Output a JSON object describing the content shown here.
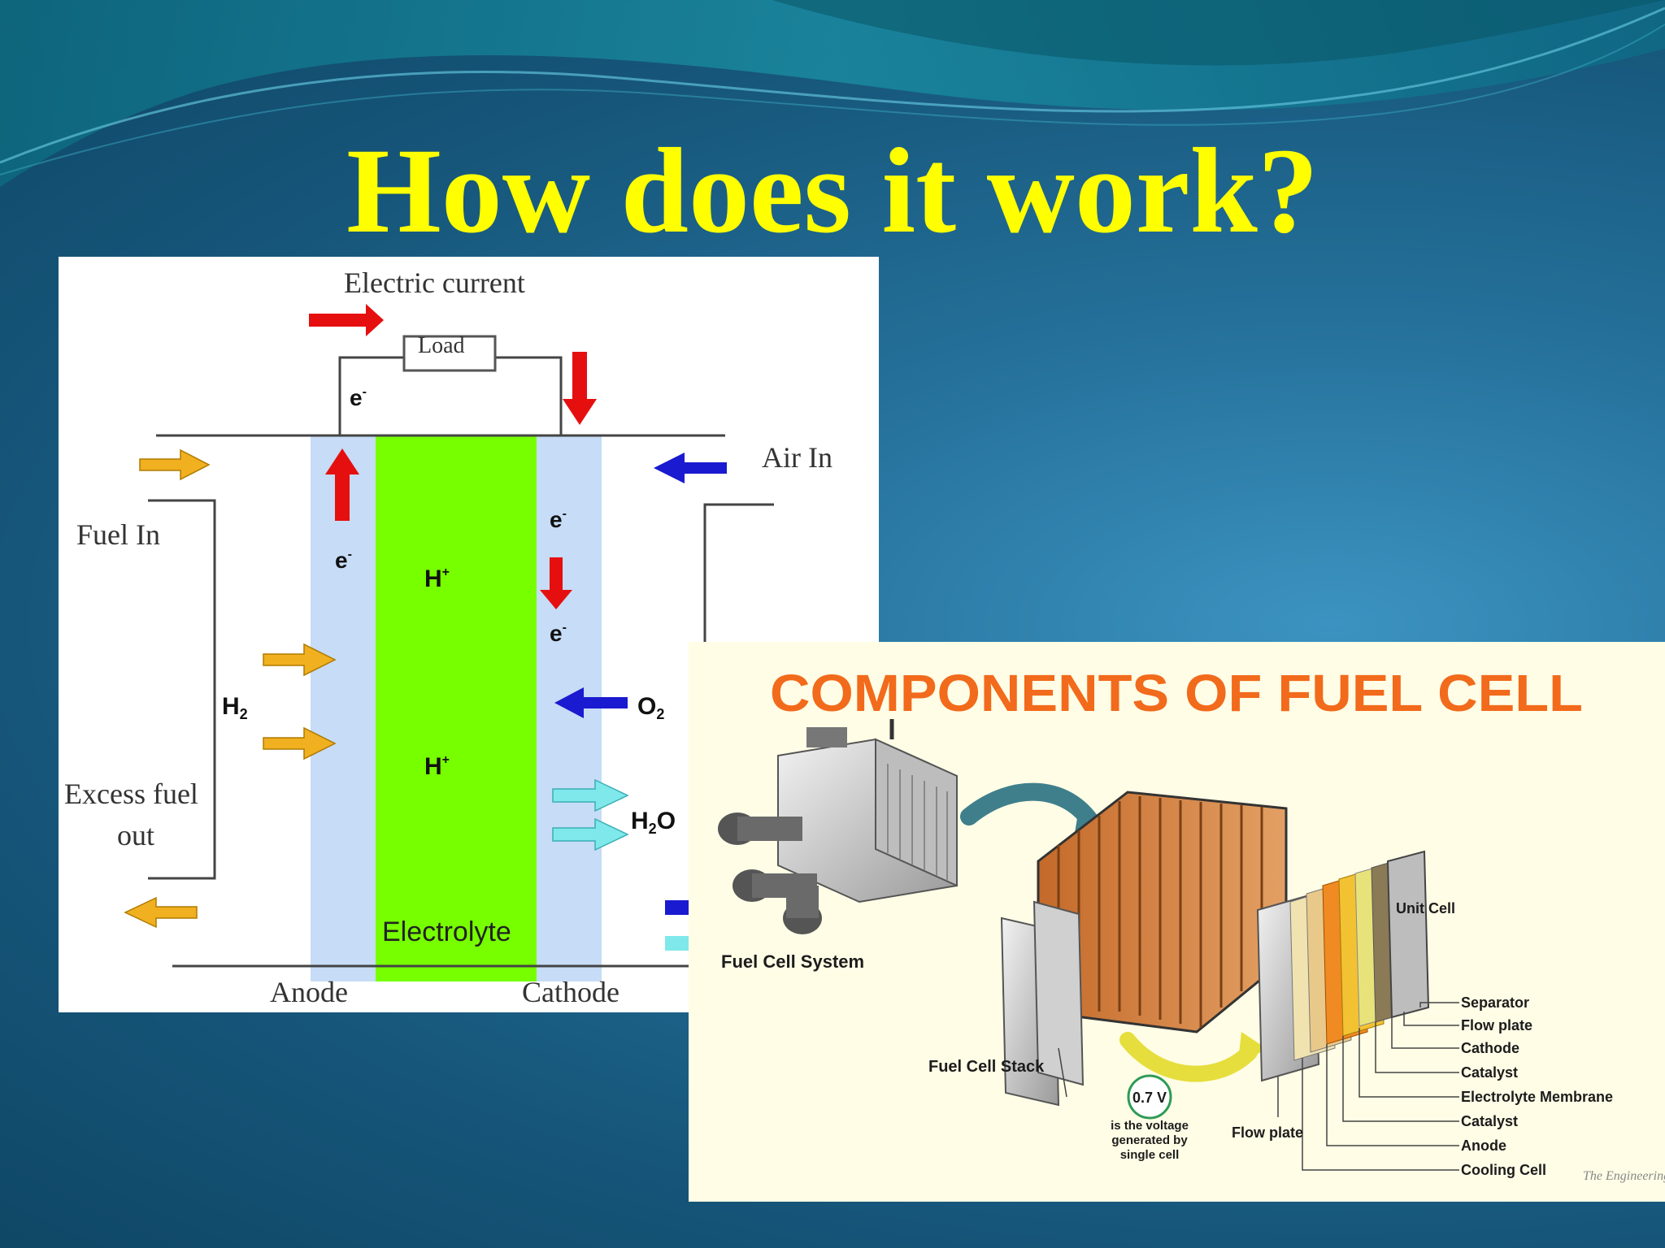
{
  "slide": {
    "title": "How does it work?",
    "colors": {
      "title": "#ffff00",
      "background": "#1d6790"
    }
  },
  "diagram1": {
    "electric_current": "Electric current",
    "load": "Load",
    "air_in": "Air In",
    "fuel_in": "Fuel In",
    "excess_fuel_line1": "Excess fuel",
    "excess_fuel_line2": "out",
    "electron": "e",
    "electron_sup": "-",
    "proton": "H",
    "proton_sup": "+",
    "h2_base": "H",
    "h2_sub": "2",
    "o2_base": "O",
    "o2_sub": "2",
    "h2o_h": "H",
    "h2o_sub": "2",
    "h2o_o": "O",
    "electrolyte": "Electrolyte",
    "anode": "Anode",
    "cathode": "Cathode",
    "colors": {
      "electrolyte": "#77ff00",
      "electrode": "#c6dcf7",
      "current_arrow": "#e60f0f",
      "fuel_arrow": "#f0b020",
      "air_arrow": "#1a1ad0",
      "water_arrow": "#7fe8ea"
    }
  },
  "diagram2": {
    "title": "COMPONENTS OF FUEL CELL",
    "fuel_cell_system": "Fuel Cell System",
    "fuel_cell_stack": "Fuel Cell Stack",
    "unit_cell": "Unit Cell",
    "flow_plate": "Flow plate",
    "voltage": "0.7 V",
    "voltage_note_line1": "is the voltage",
    "voltage_note_line2": "generated by",
    "voltage_note_line3": "single cell",
    "layers": [
      "Separator",
      "Flow plate",
      "Cathode",
      "Catalyst",
      "Electrolyte Membrane",
      "Catalyst",
      "Anode",
      "Cooling Cell"
    ],
    "signature": "The Engineeringbl",
    "colors": {
      "title": "#f26a1b",
      "background": "#fffde6",
      "curve_arrow_top": "#3f7f8c",
      "curve_arrow_bottom": "#e6de3c"
    }
  }
}
